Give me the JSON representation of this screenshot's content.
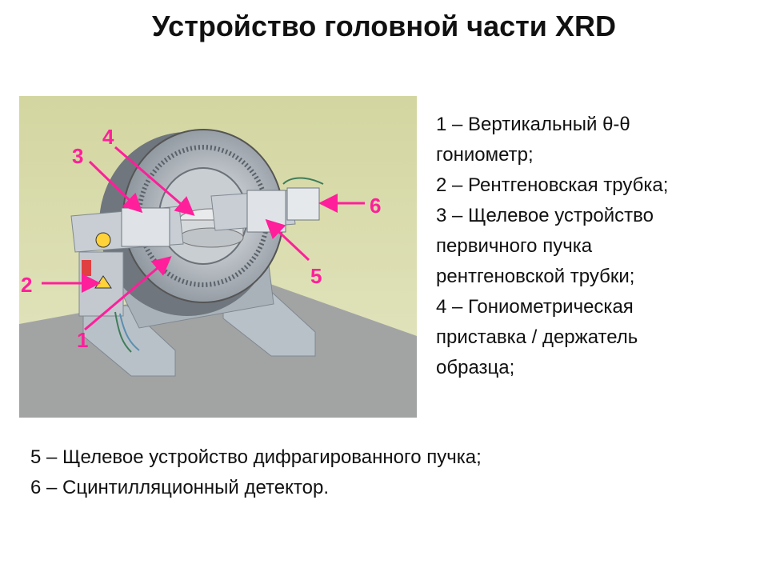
{
  "page": {
    "title": "Устройство головной части XRD"
  },
  "figure": {
    "callouts": [
      "1",
      "2",
      "3",
      "4",
      "5",
      "6"
    ],
    "colors": {
      "callout": "#ff1f9a",
      "background": "#d9dba8",
      "floor": "#9ea0a0",
      "metal": "#b4bcc4"
    }
  },
  "legend": {
    "lines": [
      "1 – Вертикальный θ-θ",
      "гониометр;",
      "2 – Рентгеновская трубка;",
      "3 – Щелевое устройство",
      "первичного пучка",
      "рентгеновской трубки;",
      "4 – Гониометрическая",
      "приставка / держатель",
      "образца;"
    ]
  },
  "bottom": {
    "lines": [
      "5 – Щелевое устройство дифрагированного пучка;",
      "6 – Сцинтилляционный детектор."
    ]
  }
}
